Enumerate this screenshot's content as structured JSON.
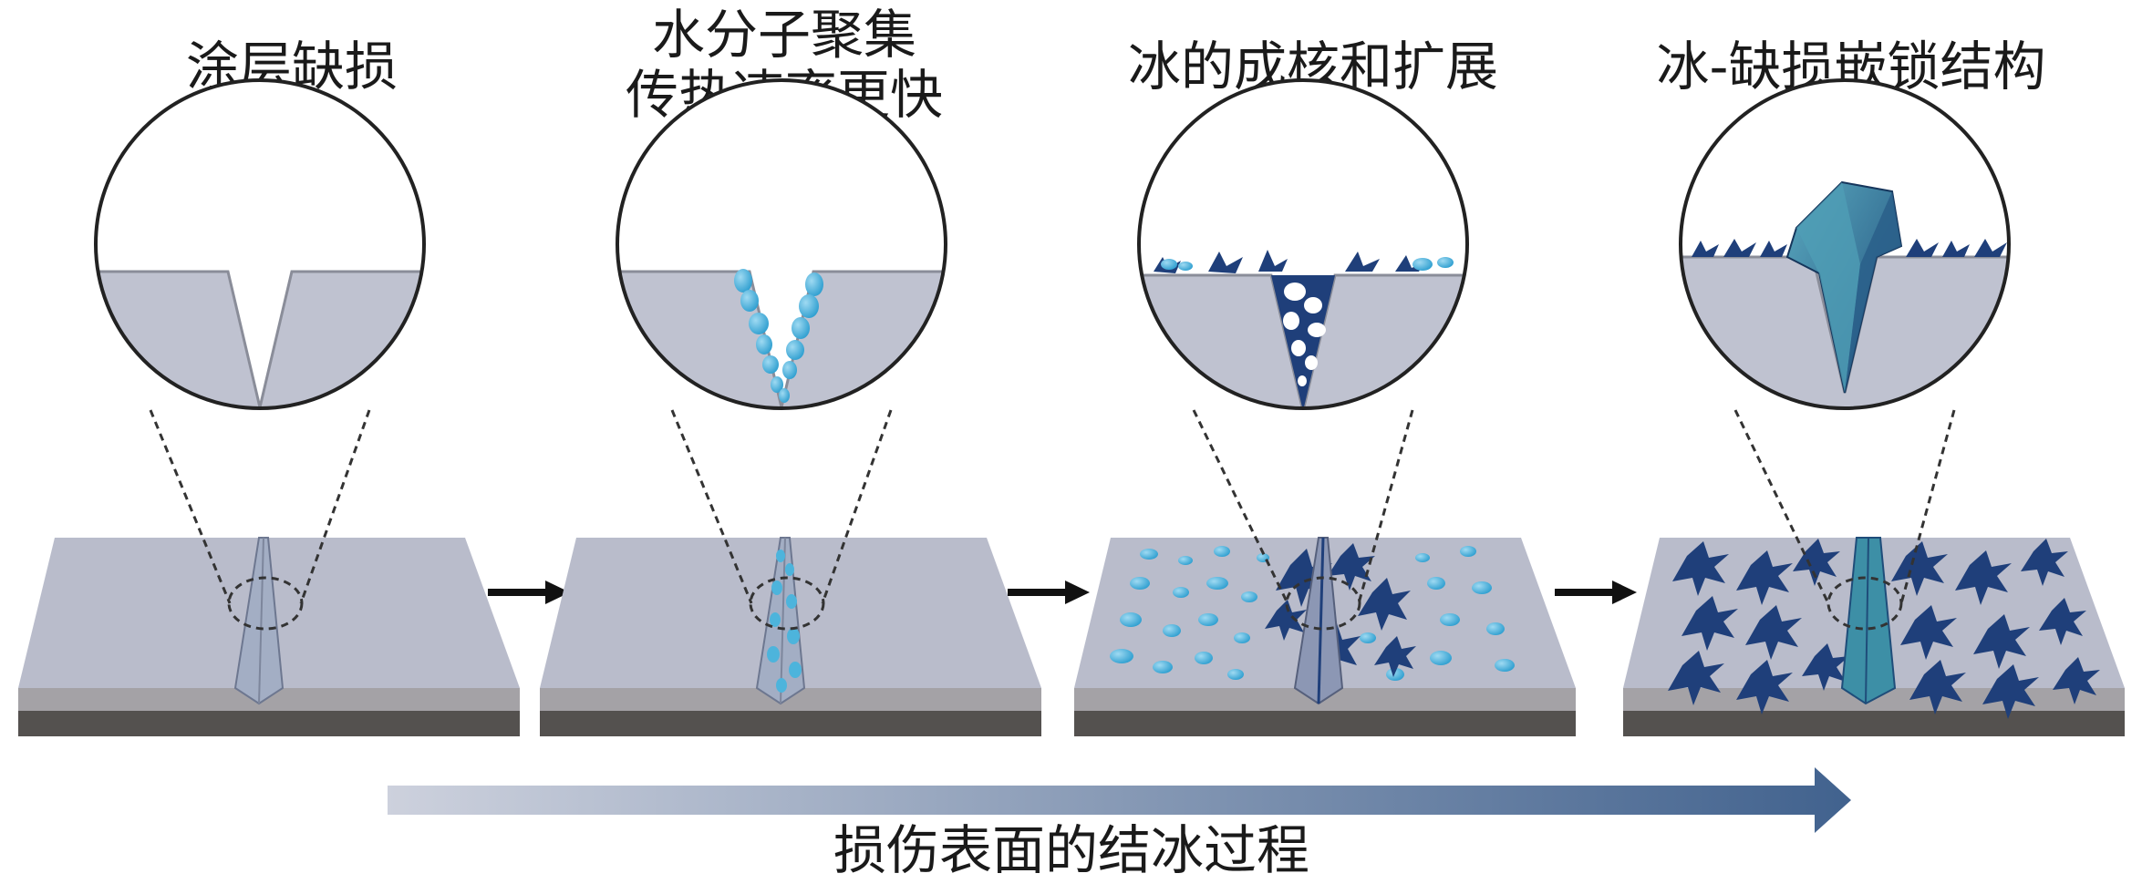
{
  "stages": [
    {
      "title": "涂层缺损"
    },
    {
      "title_line1": "水分子聚集",
      "title_line2": "传热速率更快"
    },
    {
      "title": "冰的成核和扩展"
    },
    {
      "title": "冰-缺损嵌锁结构"
    }
  ],
  "process_label": "损伤表面的结冰过程",
  "colors": {
    "plate_top": "#b9bccb",
    "plate_side_light": "#a4a2a6",
    "plate_side_dark": "#54514f",
    "defect_fill": "#a3aec4",
    "water": "#4db4dc",
    "ice_dark": "#1f3f7a",
    "ice_crystal": "#3d8fa6",
    "arrow_gradient_start": "#cdd1dd",
    "arrow_gradient_end": "#41628e"
  }
}
